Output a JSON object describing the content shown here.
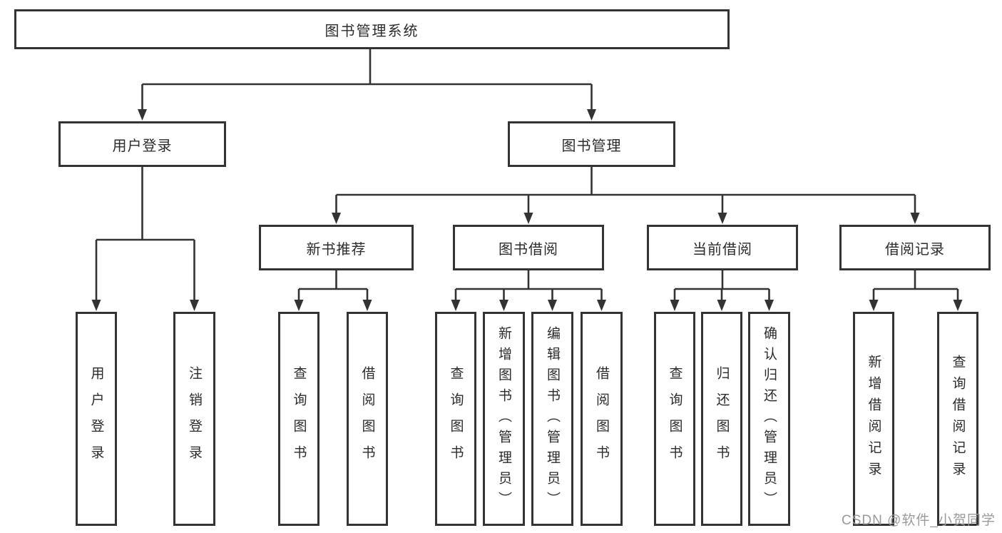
{
  "diagram": {
    "root_label": "图书管理系统",
    "level2": [
      {
        "label": "用户登录"
      },
      {
        "label": "图书管理"
      }
    ],
    "level3": [
      {
        "label": "新书推荐"
      },
      {
        "label": "图书借阅"
      },
      {
        "label": "当前借阅"
      },
      {
        "label": "借阅记录"
      }
    ],
    "leaves": {
      "login": [
        {
          "label": "用户登录"
        },
        {
          "label": "注销登录"
        }
      ],
      "recommend": [
        {
          "label": "查询图书"
        },
        {
          "label": "借阅图书"
        }
      ],
      "borrow": [
        {
          "label": "查询图书"
        },
        {
          "label": "新增图书（管理员）"
        },
        {
          "label": "编辑图书（管理员）"
        },
        {
          "label": "借阅图书"
        }
      ],
      "current": [
        {
          "label": "查询图书"
        },
        {
          "label": "归还图书"
        },
        {
          "label": "确认归还（管理员）"
        }
      ],
      "records": [
        {
          "label": "新增借阅记录"
        },
        {
          "label": "查询借阅记录"
        }
      ]
    }
  },
  "watermark": {
    "text": "CSDN @软件_小贺同学"
  },
  "colors": {
    "line": "#333333",
    "box_border": "#333333",
    "text": "#2b2b2b",
    "watermark": "#9a9a9a",
    "background": "#ffffff"
  }
}
